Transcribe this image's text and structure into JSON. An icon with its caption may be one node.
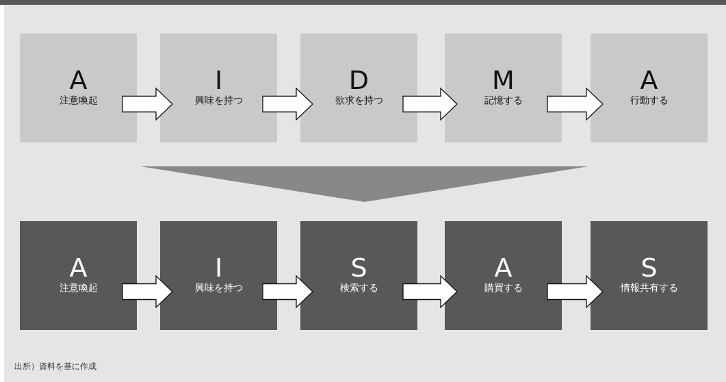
{
  "diagram": {
    "nodes": [
      {
        "text": [
          "A",
          "注意喚起"
        ]
      },
      {
        "text": [
          "I",
          "興味を持つ"
        ]
      },
      {
        "text": [
          "D",
          "欲求を持つ"
        ]
      },
      {
        "text": [
          "M",
          "記憶する"
        ]
      },
      {
        "text": [
          "A",
          "行動する"
        ]
      },
      {
        "text": [],
        "shape": "triangle"
      },
      {
        "text": [
          "A",
          "注意喚起"
        ]
      },
      {
        "text": [
          "I",
          "興味を持つ"
        ]
      },
      {
        "text": [
          "S",
          "検索する"
        ]
      },
      {
        "text": [
          "A",
          "購買する"
        ]
      },
      {
        "text": [
          "S",
          "情報共有する"
        ]
      }
    ],
    "edges": [
      {
        "from": 0,
        "to": 1,
        "arrow": "to"
      },
      {
        "from": 1,
        "to": 2,
        "arrow": "to"
      },
      {
        "from": 2,
        "to": 3,
        "arrow": "to"
      },
      {
        "from": 3,
        "to": 4,
        "arrow": "to"
      },
      {
        "from": 6,
        "to": 7,
        "arrow": "to"
      },
      {
        "from": 7,
        "to": 8,
        "arrow": "to"
      },
      {
        "from": 8,
        "to": 9,
        "arrow": "to"
      },
      {
        "from": 9,
        "to": 10,
        "arrow": "to"
      }
    ],
    "labels": [
      "出所）資料を基に作成"
    ]
  }
}
